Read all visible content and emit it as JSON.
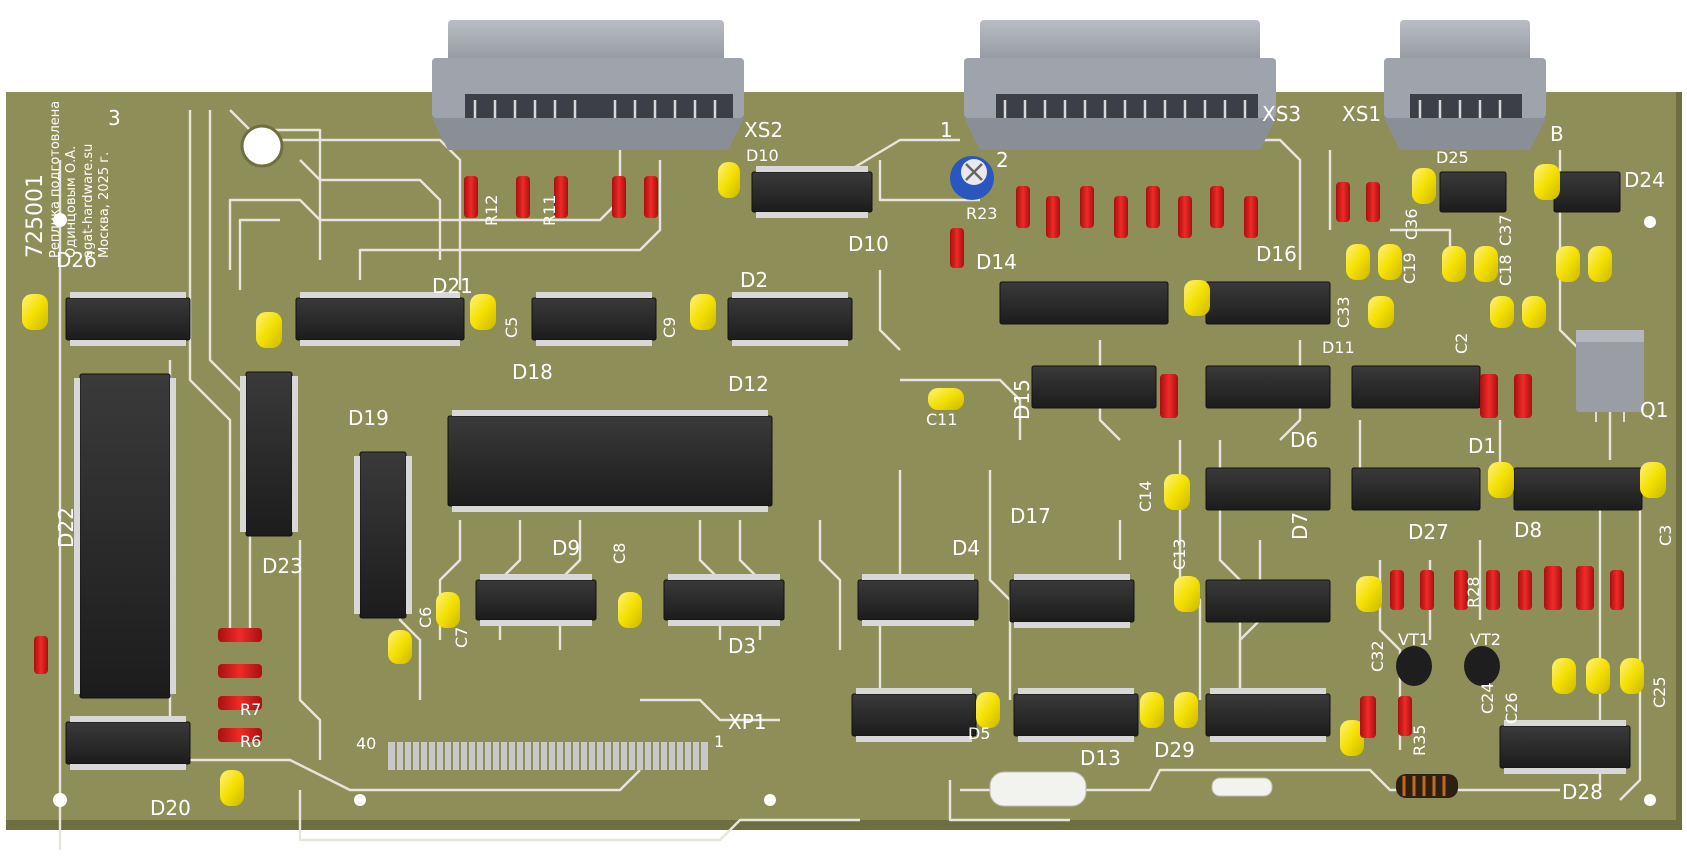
{
  "board": {
    "serial": "725001",
    "credit_lines": [
      "Реплика подготовлена",
      "Одинцовым О.А.",
      "agat-hardware.su",
      "Москва, 2025 г."
    ],
    "colors": {
      "pcb": "#8e8e58",
      "trace": "#e8e8e0",
      "chip": "#2a2a2a",
      "cap": "#f4e000",
      "resistor": "#d81818",
      "connector": "#9a9ea6"
    }
  },
  "connectors": {
    "xs1": "XS1",
    "xs2": "XS2",
    "xs3": "XS3",
    "xp1": "XP1",
    "xp1_pin1": "1",
    "xp1_pin40": "40",
    "xs3_pin1": "1",
    "xs3_pin2": "2",
    "xs1_pin_b": "B"
  },
  "ics": {
    "d1": "D1",
    "d2": "D2",
    "d3": "D3",
    "d4": "D4",
    "d5": "D5",
    "d6": "D6",
    "d7": "D7",
    "d8": "D8",
    "d9": "D9",
    "d10a": "D10",
    "d10b": "D10",
    "d11": "D11",
    "d12": "D12",
    "d13": "D13",
    "d14": "D14",
    "d15": "D15",
    "d16": "D16",
    "d17": "D17",
    "d18": "D18",
    "d19": "D19",
    "d20": "D20",
    "d21": "D21",
    "d22": "D22",
    "d23": "D23",
    "d24": "D24",
    "d25": "D25",
    "d26": "D26",
    "d27": "D27",
    "d28": "D28",
    "d29": "D29"
  },
  "passives": {
    "c2": "C2",
    "c3": "C3",
    "c5": "C5",
    "c6": "C6",
    "c7": "C7",
    "c8": "C8",
    "c9": "C9",
    "c11": "C11",
    "c13": "C13",
    "c14": "C14",
    "c18": "C18",
    "c19": "C19",
    "c24": "C24",
    "c25": "C25",
    "c26": "C26",
    "c32": "C32",
    "c33": "C33",
    "c36": "C36",
    "c37": "C37",
    "r11": "R11",
    "r12": "R12",
    "r23": "R23",
    "r28": "R28",
    "r35": "R35",
    "r7": "R7",
    "r6": "R6",
    "vt1": "VT1",
    "vt2": "VT2",
    "q1": "Q1",
    "l3": "3"
  }
}
